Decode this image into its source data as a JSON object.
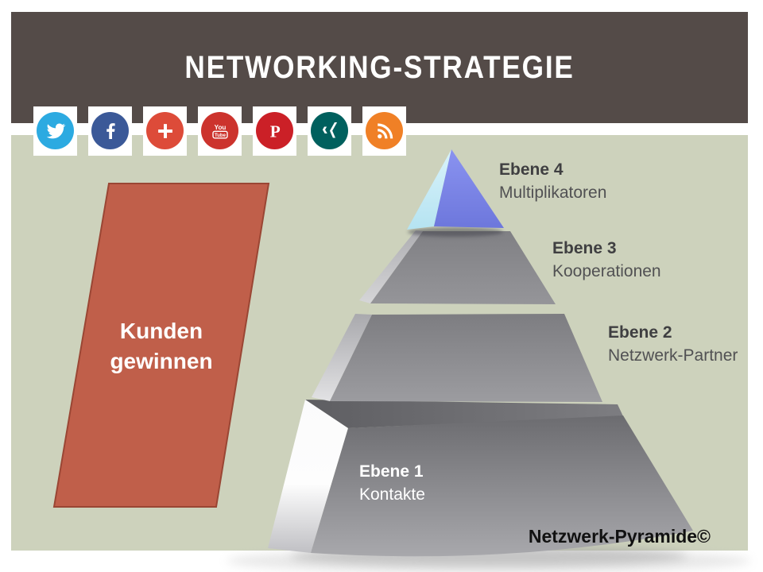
{
  "header": {
    "title": "NETWORKING-STRATEGIE"
  },
  "social": {
    "icons": [
      {
        "name": "twitter",
        "color": "#2caae1"
      },
      {
        "name": "facebook",
        "color": "#3b5998"
      },
      {
        "name": "google-plus",
        "color": "#dd4b39"
      },
      {
        "name": "youtube",
        "color": "#cc332d",
        "line1": "You",
        "line2": "Tube"
      },
      {
        "name": "pinterest",
        "color": "#cb2027",
        "glyph": "P"
      },
      {
        "name": "xing",
        "color": "#00605e"
      },
      {
        "name": "rss",
        "color": "#f08026"
      }
    ]
  },
  "cta": {
    "line1": "Kunden",
    "line2": "gewinnen",
    "fill": "#c05f4a",
    "stroke": "#9a4634"
  },
  "pyramid": {
    "levels": [
      {
        "num": "Ebene 4",
        "label": "Multiplikatoren"
      },
      {
        "num": "Ebene 3",
        "label": "Kooperationen"
      },
      {
        "num": "Ebene 2",
        "label": "Netzwerk-Partner"
      },
      {
        "num": "Ebene 1",
        "label": "Kontakte"
      }
    ],
    "top_front_color": "#7d87e6",
    "top_side_color": "#cdeef8",
    "body_color": "#8a8a8e"
  },
  "footer": {
    "credit": "Netzwerk-Pyramide©"
  },
  "colors": {
    "header_bg": "#544b48",
    "canvas_bg": "#cdd2bc",
    "title_text": "#ffffff",
    "label_text": "#3f3f41",
    "credit_text": "#111111"
  }
}
